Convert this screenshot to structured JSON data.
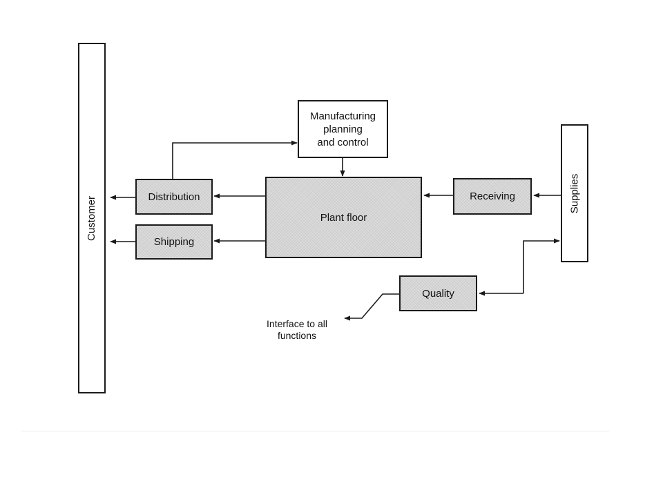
{
  "nodes": {
    "customer": "Customer",
    "manufacturing_line1": "Manufacturing",
    "manufacturing_line2": "planning",
    "manufacturing_line3": "and control",
    "distribution": "Distribution",
    "shipping": "Shipping",
    "plant_floor": "Plant floor",
    "receiving": "Receiving",
    "supplies": "Supplies",
    "quality": "Quality"
  },
  "annotation": {
    "line1": "Interface to all",
    "line2": "functions"
  },
  "colors": {
    "line": "#1a1a1a",
    "process_fill": "#dcdcdc",
    "entity_fill": "#ffffff"
  }
}
